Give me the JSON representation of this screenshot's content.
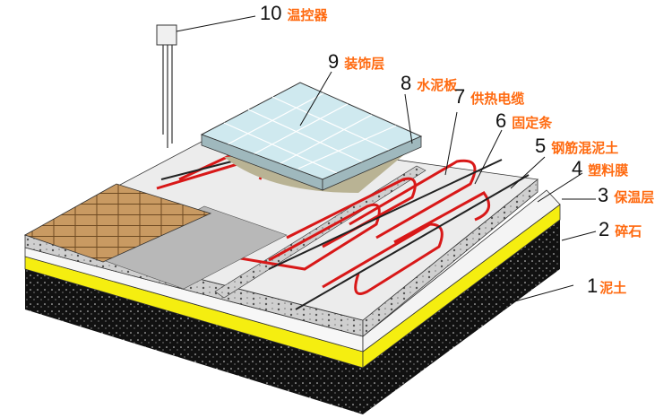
{
  "colors": {
    "label": "#ff6a10",
    "cable": "#d81818",
    "yellow": "#f5ee10",
    "tile": "#cfe9ef"
  },
  "labels": [
    {
      "num": "10",
      "text": "温控器"
    },
    {
      "num": "9",
      "text": "装饰层"
    },
    {
      "num": "8",
      "text": "水泥板"
    },
    {
      "num": "7",
      "text": "供热电缆"
    },
    {
      "num": "6",
      "text": "固定条"
    },
    {
      "num": "5",
      "text": "钢筋混泥土"
    },
    {
      "num": "4",
      "text": "塑料膜"
    },
    {
      "num": "3",
      "text": "保温层"
    },
    {
      "num": "2",
      "text": "碎石"
    },
    {
      "num": "1",
      "text": "泥土"
    }
  ]
}
